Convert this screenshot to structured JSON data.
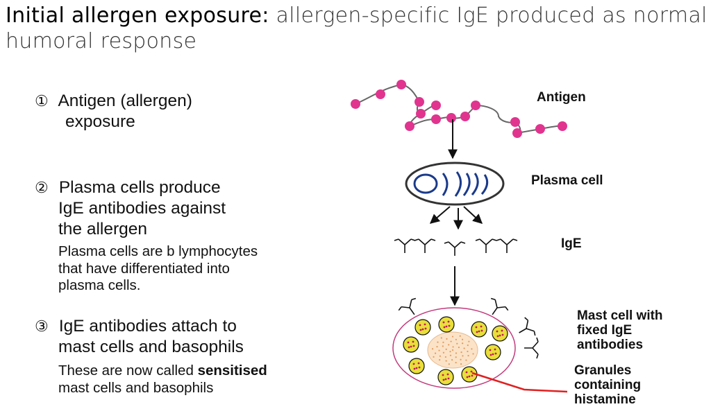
{
  "title": {
    "lead": "Initial allergen exposure:",
    "rest": " allergen-specific IgE produced as normal humoral response"
  },
  "steps": [
    {
      "num": "①",
      "lines": [
        "Antigen (allergen)",
        "exposure"
      ],
      "sub": []
    },
    {
      "num": "②",
      "lines": [
        "Plasma cells produce",
        "IgE antibodies against",
        "the allergen"
      ],
      "sub": [
        "Plasma cells are b lymphocytes",
        "that have differentiated into",
        "plasma cells."
      ]
    },
    {
      "num": "③",
      "lines": [
        "IgE antibodies attach to",
        "mast cells and basophils"
      ],
      "sub_a": "These are now called ",
      "sub_bold": "sensitised",
      "sub_b": "mast cells and basophils"
    }
  ],
  "labels": {
    "antigen": "Antigen",
    "plasma_cell": "Plasma cell",
    "ige": "IgE",
    "mast_cell": [
      "Mast cell with",
      "fixed IgE",
      "antibodies"
    ],
    "granules": [
      "Granules",
      "containing",
      "histamine"
    ]
  },
  "colors": {
    "antigen_bead": "#e0348f",
    "plasma_outline": "#333333",
    "plasma_fill": "#ffffff",
    "nucleus": "#1a3a8a",
    "mast_outline": "#c23b7c",
    "granule_fill": "#e8df3a",
    "granule_dot": "#c2185b",
    "core_fill": "#fbe3c8",
    "pointer_line": "#e02020"
  }
}
